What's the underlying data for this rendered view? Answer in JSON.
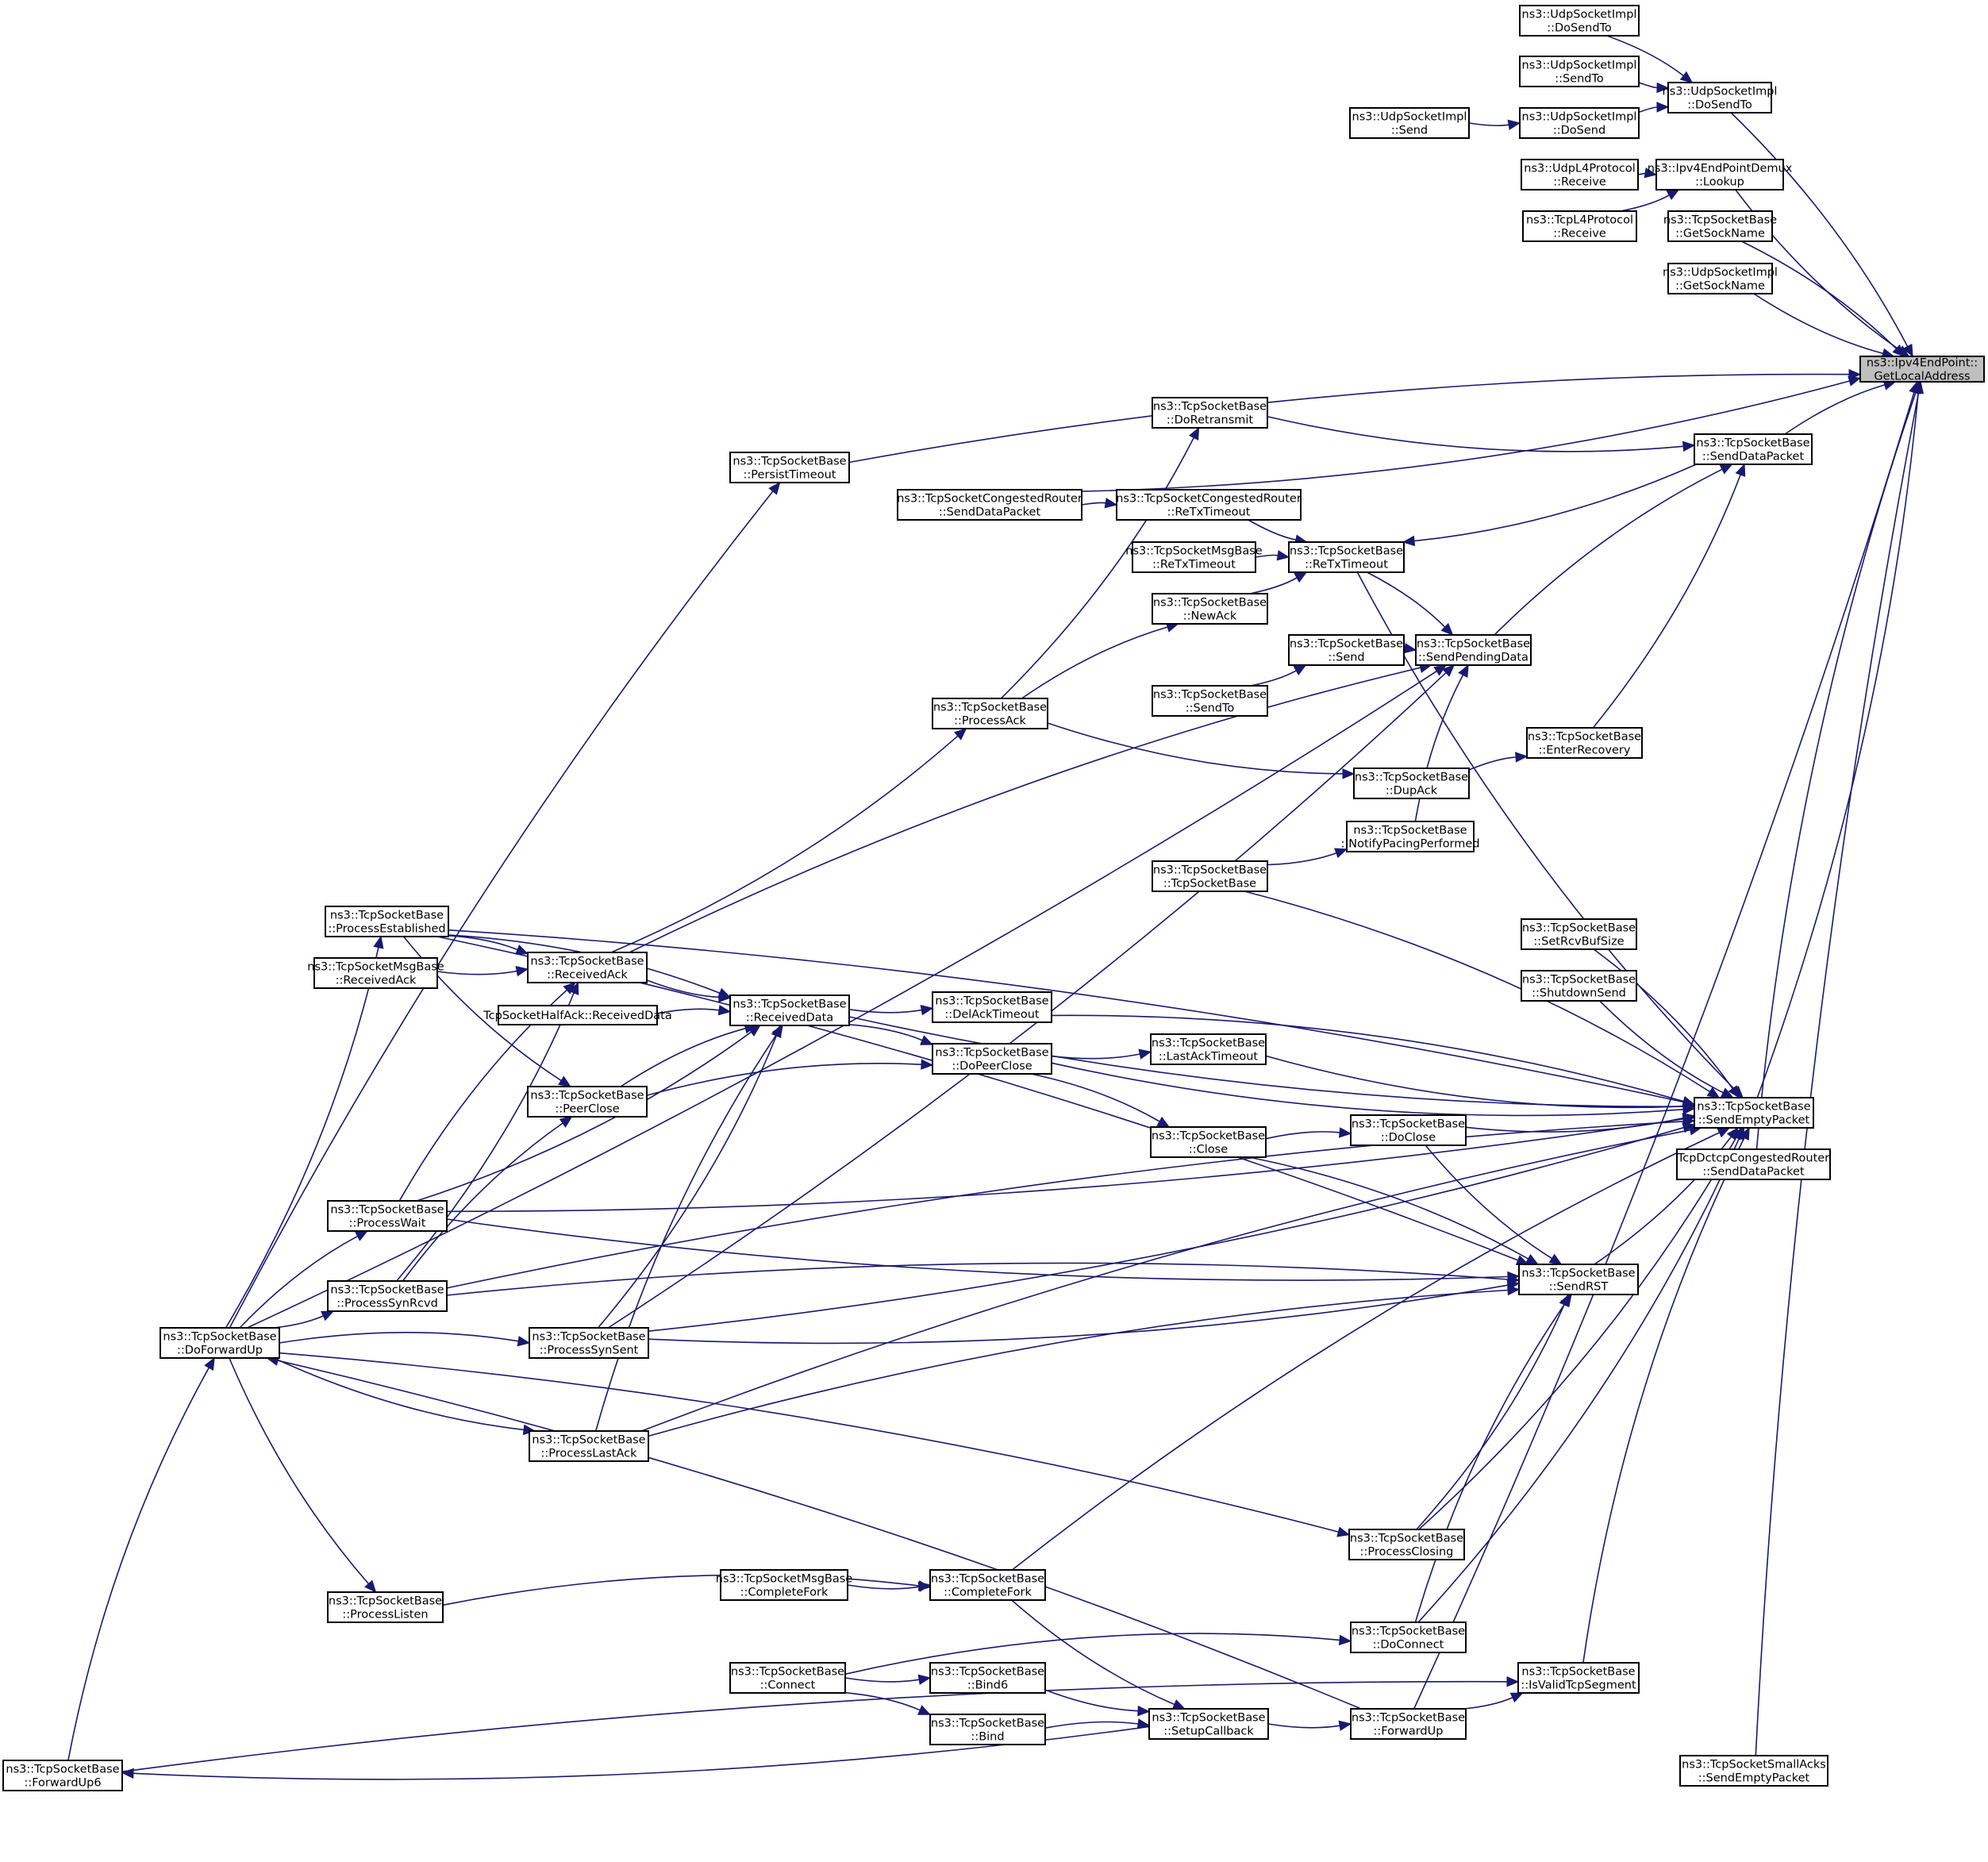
{
  "graph": {
    "title": "Caller graph of ns3::Ipv4EndPoint::GetLocalAddress",
    "colors": {
      "edge": "#191970",
      "focus_fill": "#bfbfbf",
      "node_fill": "#ffffff",
      "node_border": "#000000"
    },
    "nodes": [
      {
        "id": "getlocal",
        "lines": [
          "ns3::Ipv4EndPoint::",
          "GetLocalAddress"
        ],
        "focus": true
      },
      {
        "id": "udp_dosendto_a",
        "lines": [
          "ns3::UdpSocketImpl",
          "::DoSendTo"
        ]
      },
      {
        "id": "udp_sendto",
        "lines": [
          "ns3::UdpSocketImpl",
          "::SendTo"
        ]
      },
      {
        "id": "udp_dosend",
        "lines": [
          "ns3::UdpSocketImpl",
          "::DoSend"
        ]
      },
      {
        "id": "udp_send",
        "lines": [
          "ns3::UdpSocketImpl",
          "::Send"
        ]
      },
      {
        "id": "udp_dosendto_b",
        "lines": [
          "ns3::UdpSocketImpl",
          "::DoSendTo"
        ]
      },
      {
        "id": "udpl4_receive",
        "lines": [
          "ns3::UdpL4Protocol",
          "::Receive"
        ]
      },
      {
        "id": "tcpl4_receive",
        "lines": [
          "ns3::TcpL4Protocol",
          "::Receive"
        ]
      },
      {
        "id": "demux_lookup",
        "lines": [
          "ns3::Ipv4EndPointDemux",
          "::Lookup"
        ]
      },
      {
        "id": "tcp_getsockname",
        "lines": [
          "ns3::TcpSocketBase",
          "::GetSockName"
        ]
      },
      {
        "id": "udp_getsockname",
        "lines": [
          "ns3::UdpSocketImpl",
          "::GetSockName"
        ]
      },
      {
        "id": "senddatapacket",
        "lines": [
          "ns3::TcpSocketBase",
          "::SendDataPacket"
        ]
      },
      {
        "id": "doretransmit",
        "lines": [
          "ns3::TcpSocketBase",
          "::DoRetransmit"
        ]
      },
      {
        "id": "persisttimeout",
        "lines": [
          "ns3::TcpSocketBase",
          "::PersistTimeout"
        ]
      },
      {
        "id": "cr_senddatapacket",
        "lines": [
          "ns3::TcpSocketCongestedRouter",
          "::SendDataPacket"
        ]
      },
      {
        "id": "cr_retxtimeout",
        "lines": [
          "ns3::TcpSocketCongestedRouter",
          "::ReTxTimeout"
        ]
      },
      {
        "id": "msg_retxtimeout",
        "lines": [
          "ns3::TcpSocketMsgBase",
          "::ReTxTimeout"
        ]
      },
      {
        "id": "retxtimeout",
        "lines": [
          "ns3::TcpSocketBase",
          "::ReTxTimeout"
        ]
      },
      {
        "id": "newack",
        "lines": [
          "ns3::TcpSocketBase",
          "::NewAck"
        ]
      },
      {
        "id": "send",
        "lines": [
          "ns3::TcpSocketBase",
          "::Send"
        ]
      },
      {
        "id": "sendpendingdata",
        "lines": [
          "ns3::TcpSocketBase",
          "::SendPendingData"
        ]
      },
      {
        "id": "sendto",
        "lines": [
          "ns3::TcpSocketBase",
          "::SendTo"
        ]
      },
      {
        "id": "processack",
        "lines": [
          "ns3::TcpSocketBase",
          "::ProcessAck"
        ]
      },
      {
        "id": "enterrecovery",
        "lines": [
          "ns3::TcpSocketBase",
          "::EnterRecovery"
        ]
      },
      {
        "id": "dupack",
        "lines": [
          "ns3::TcpSocketBase",
          "::DupAck"
        ]
      },
      {
        "id": "notifypacing",
        "lines": [
          "ns3::TcpSocketBase",
          "::NotifyPacingPerformed"
        ]
      },
      {
        "id": "ctor",
        "lines": [
          "ns3::TcpSocketBase",
          "::TcpSocketBase"
        ]
      },
      {
        "id": "processestablished",
        "lines": [
          "ns3::TcpSocketBase",
          "::ProcessEstablished"
        ]
      },
      {
        "id": "msg_receivedack",
        "lines": [
          "ns3::TcpSocketMsgBase",
          "::ReceivedAck"
        ]
      },
      {
        "id": "receivedack",
        "lines": [
          "ns3::TcpSocketBase",
          "::ReceivedAck"
        ]
      },
      {
        "id": "halfack_receiveddata",
        "lines": [
          "TcpSocketHalfAck::ReceivedData"
        ]
      },
      {
        "id": "receiveddata",
        "lines": [
          "ns3::TcpSocketBase",
          "::ReceivedData"
        ]
      },
      {
        "id": "delacktimeout",
        "lines": [
          "ns3::TcpSocketBase",
          "::DelAckTimeout"
        ]
      },
      {
        "id": "setrcvbufsize",
        "lines": [
          "ns3::TcpSocketBase",
          "::SetRcvBufSize"
        ]
      },
      {
        "id": "shutdownsend",
        "lines": [
          "ns3::TcpSocketBase",
          "::ShutdownSend"
        ]
      },
      {
        "id": "lastacktimeout",
        "lines": [
          "ns3::TcpSocketBase",
          "::LastAckTimeout"
        ]
      },
      {
        "id": "dopeerclose",
        "lines": [
          "ns3::TcpSocketBase",
          "::DoPeerClose"
        ]
      },
      {
        "id": "peerclose",
        "lines": [
          "ns3::TcpSocketBase",
          "::PeerClose"
        ]
      },
      {
        "id": "sendemptypacket",
        "lines": [
          "ns3::TcpSocketBase",
          "::SendEmptyPacket"
        ]
      },
      {
        "id": "dctcp_senddatapacket",
        "lines": [
          "TcpDctcpCongestedRouter",
          "::SendDataPacket"
        ]
      },
      {
        "id": "doclose",
        "lines": [
          "ns3::TcpSocketBase",
          "::DoClose"
        ]
      },
      {
        "id": "close",
        "lines": [
          "ns3::TcpSocketBase",
          "::Close"
        ]
      },
      {
        "id": "processwait",
        "lines": [
          "ns3::TcpSocketBase",
          "::ProcessWait"
        ]
      },
      {
        "id": "sendrst",
        "lines": [
          "ns3::TcpSocketBase",
          "::SendRST"
        ]
      },
      {
        "id": "processsynrcvd",
        "lines": [
          "ns3::TcpSocketBase",
          "::ProcessSynRcvd"
        ]
      },
      {
        "id": "doforwardup",
        "lines": [
          "ns3::TcpSocketBase",
          "::DoForwardUp"
        ]
      },
      {
        "id": "processsynsent",
        "lines": [
          "ns3::TcpSocketBase",
          "::ProcessSynSent"
        ]
      },
      {
        "id": "processlastack",
        "lines": [
          "ns3::TcpSocketBase",
          "::ProcessLastAck"
        ]
      },
      {
        "id": "processclosing",
        "lines": [
          "ns3::TcpSocketBase",
          "::ProcessClosing"
        ]
      },
      {
        "id": "msg_completefork",
        "lines": [
          "ns3::TcpSocketMsgBase",
          "::CompleteFork"
        ]
      },
      {
        "id": "completefork",
        "lines": [
          "ns3::TcpSocketBase",
          "::CompleteFork"
        ]
      },
      {
        "id": "processlisten",
        "lines": [
          "ns3::TcpSocketBase",
          "::ProcessListen"
        ]
      },
      {
        "id": "doconnect",
        "lines": [
          "ns3::TcpSocketBase",
          "::DoConnect"
        ]
      },
      {
        "id": "connect",
        "lines": [
          "ns3::TcpSocketBase",
          "::Connect"
        ]
      },
      {
        "id": "bind6",
        "lines": [
          "ns3::TcpSocketBase",
          "::Bind6"
        ]
      },
      {
        "id": "isvalidtcpsegment",
        "lines": [
          "ns3::TcpSocketBase",
          "::IsValidTcpSegment"
        ]
      },
      {
        "id": "bind",
        "lines": [
          "ns3::TcpSocketBase",
          "::Bind"
        ]
      },
      {
        "id": "setupcallback",
        "lines": [
          "ns3::TcpSocketBase",
          "::SetupCallback"
        ]
      },
      {
        "id": "forwardup",
        "lines": [
          "ns3::TcpSocketBase",
          "::ForwardUp"
        ]
      },
      {
        "id": "forwardup6",
        "lines": [
          "ns3::TcpSocketBase",
          "::ForwardUp6"
        ]
      },
      {
        "id": "smallacks_sendempty",
        "lines": [
          "ns3::TcpSocketSmallAcks",
          "::SendEmptyPacket"
        ]
      }
    ],
    "edges": [
      [
        "udp_dosendto_a",
        "udp_dosendto_b"
      ],
      [
        "udp_sendto",
        "udp_dosendto_b"
      ],
      [
        "udp_dosend",
        "udp_dosendto_b"
      ],
      [
        "udp_send",
        "udp_dosend"
      ],
      [
        "udpl4_receive",
        "demux_lookup"
      ],
      [
        "tcpl4_receive",
        "demux_lookup"
      ],
      [
        "udp_dosendto_b",
        "getlocal"
      ],
      [
        "demux_lookup",
        "getlocal"
      ],
      [
        "tcp_getsockname",
        "getlocal"
      ],
      [
        "udp_getsockname",
        "getlocal"
      ],
      [
        "persisttimeout",
        "getlocal"
      ],
      [
        "cr_senddatapacket",
        "getlocal"
      ],
      [
        "senddatapacket",
        "getlocal"
      ],
      [
        "sendemptypacket",
        "getlocal"
      ],
      [
        "dctcp_senddatapacket",
        "getlocal"
      ],
      [
        "forwardup",
        "getlocal"
      ],
      [
        "smallacks_sendempty",
        "getlocal"
      ],
      [
        "doretransmit",
        "senddatapacket"
      ],
      [
        "sendpendingdata",
        "senddatapacket"
      ],
      [
        "enterrecovery",
        "senddatapacket"
      ],
      [
        "senddatapacket",
        "retxtimeout"
      ],
      [
        "processack",
        "doretransmit"
      ],
      [
        "cr_senddatapacket",
        "cr_retxtimeout"
      ],
      [
        "cr_retxtimeout",
        "retxtimeout"
      ],
      [
        "msg_retxtimeout",
        "retxtimeout"
      ],
      [
        "newack",
        "retxtimeout"
      ],
      [
        "retxtimeout",
        "sendpendingdata"
      ],
      [
        "retxtimeout",
        "sendemptypacket"
      ],
      [
        "send",
        "sendpendingdata"
      ],
      [
        "sendto",
        "send"
      ],
      [
        "processack",
        "newack"
      ],
      [
        "doforwardup",
        "sendpendingdata"
      ],
      [
        "receivedack",
        "sendpendingdata"
      ],
      [
        "processsynsent",
        "sendpendingdata"
      ],
      [
        "notifypacing",
        "sendpendingdata"
      ],
      [
        "processack",
        "dupack"
      ],
      [
        "dupack",
        "enterrecovery"
      ],
      [
        "ctor",
        "notifypacing"
      ],
      [
        "ctor",
        "sendemptypacket"
      ],
      [
        "receivedack",
        "processack"
      ],
      [
        "processestablished",
        "receivedack"
      ],
      [
        "msg_receivedack",
        "receivedack"
      ],
      [
        "processwait",
        "receivedack"
      ],
      [
        "processsynrcvd",
        "receivedack"
      ],
      [
        "processestablished",
        "receiveddata"
      ],
      [
        "receivedack",
        "receiveddata"
      ],
      [
        "halfack_receiveddata",
        "receiveddata"
      ],
      [
        "processwait",
        "receiveddata"
      ],
      [
        "peerclose",
        "receiveddata"
      ],
      [
        "processsynsent",
        "receiveddata"
      ],
      [
        "processlastack",
        "receiveddata"
      ],
      [
        "processestablished",
        "peerclose"
      ],
      [
        "processsynrcvd",
        "peerclose"
      ],
      [
        "receiveddata",
        "delacktimeout"
      ],
      [
        "receiveddata",
        "dopeerclose"
      ],
      [
        "receiveddata",
        "sendemptypacket"
      ],
      [
        "peerclose",
        "dopeerclose"
      ],
      [
        "dopeerclose",
        "lastacktimeout"
      ],
      [
        "dopeerclose",
        "close"
      ],
      [
        "dopeerclose",
        "sendemptypacket"
      ],
      [
        "delacktimeout",
        "sendemptypacket"
      ],
      [
        "lastacktimeout",
        "sendemptypacket"
      ],
      [
        "setrcvbufsize",
        "sendemptypacket"
      ],
      [
        "shutdownsend",
        "sendemptypacket"
      ],
      [
        "close",
        "doclose"
      ],
      [
        "doclose",
        "sendemptypacket"
      ],
      [
        "close",
        "sendrst"
      ],
      [
        "doclose",
        "sendrst"
      ],
      [
        "processestablished",
        "sendrst"
      ],
      [
        "processwait",
        "sendrst"
      ],
      [
        "processsynrcvd",
        "sendrst"
      ],
      [
        "processsynsent",
        "sendrst"
      ],
      [
        "processlastack",
        "sendrst"
      ],
      [
        "processclosing",
        "sendrst"
      ],
      [
        "doconnect",
        "sendrst"
      ],
      [
        "sendrst",
        "sendemptypacket"
      ],
      [
        "processestablished",
        "sendemptypacket"
      ],
      [
        "processwait",
        "sendemptypacket"
      ],
      [
        "processsynrcvd",
        "sendemptypacket"
      ],
      [
        "processsynsent",
        "sendemptypacket"
      ],
      [
        "processlastack",
        "sendemptypacket"
      ],
      [
        "processclosing",
        "sendemptypacket"
      ],
      [
        "completefork",
        "sendemptypacket"
      ],
      [
        "doconnect",
        "sendemptypacket"
      ],
      [
        "isvalidtcpsegment",
        "sendemptypacket"
      ],
      [
        "doforwardup",
        "processestablished"
      ],
      [
        "doforwardup",
        "processwait"
      ],
      [
        "doforwardup",
        "processsynrcvd"
      ],
      [
        "doforwardup",
        "processsynsent"
      ],
      [
        "doforwardup",
        "processlastack"
      ],
      [
        "doforwardup",
        "processclosing"
      ],
      [
        "doforwardup",
        "processlisten"
      ],
      [
        "doforwardup",
        "persisttimeout"
      ],
      [
        "msg_completefork",
        "completefork"
      ],
      [
        "processlisten",
        "completefork"
      ],
      [
        "completefork",
        "setupcallback"
      ],
      [
        "connect",
        "doconnect"
      ],
      [
        "connect",
        "bind6"
      ],
      [
        "connect",
        "bind"
      ],
      [
        "bind6",
        "setupcallback"
      ],
      [
        "bind",
        "setupcallback"
      ],
      [
        "setupcallback",
        "forwardup"
      ],
      [
        "setupcallback",
        "forwardup6"
      ],
      [
        "forwardup",
        "isvalidtcpsegment"
      ],
      [
        "forwardup6",
        "isvalidtcpsegment"
      ],
      [
        "forwardup",
        "doforwardup"
      ],
      [
        "forwardup6",
        "doforwardup"
      ]
    ]
  }
}
